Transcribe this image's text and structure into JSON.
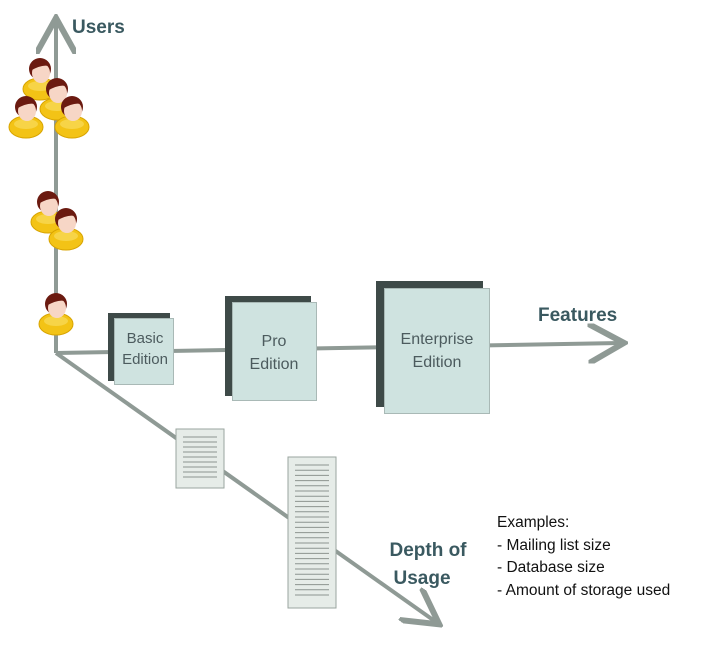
{
  "axes": {
    "users": "Users",
    "features": "Features",
    "depth_line1": "Depth of",
    "depth_line2": "Usage"
  },
  "editions": [
    {
      "line1": "Basic",
      "line2": "Edition"
    },
    {
      "line1": "Pro",
      "line2": "Edition"
    },
    {
      "line1": "Enterprise",
      "line2": "Edition"
    }
  ],
  "examples": {
    "title": "Examples:",
    "items": [
      "- Mailing list size",
      "- Database size",
      "- Amount of storage used"
    ]
  },
  "colors": {
    "axis": "#8f9a95",
    "label": "#3a5960",
    "box_fill": "#cfe3e0",
    "box_shadow": "#3e4a48"
  },
  "icons": [
    "user-icon",
    "document-icon"
  ]
}
